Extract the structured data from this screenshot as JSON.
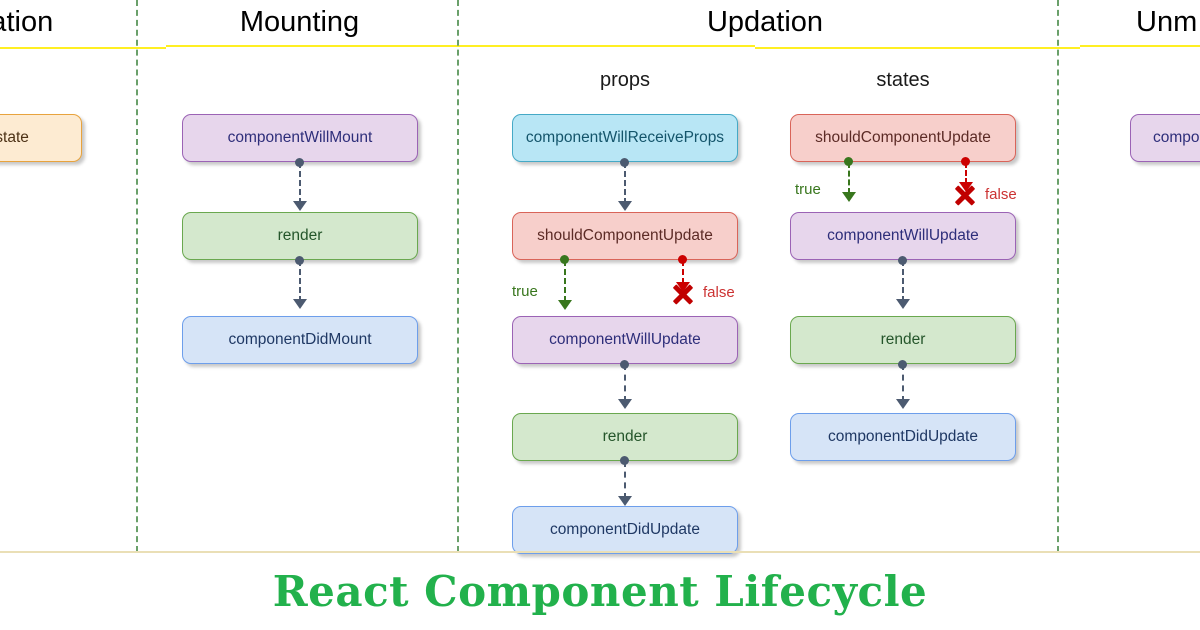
{
  "caption": "React Component Lifecycle",
  "colors": {
    "rule_yellow": "#ffef23",
    "rule_bottom": "#eadfb6",
    "separator_green": "#6aa06a",
    "caption_green": "#22b14c",
    "true_green": "#38761d",
    "false_red": "#cc0000",
    "connector_slate": "#4c5a70"
  },
  "phases": [
    {
      "id": "initialization",
      "label": "alization"
    },
    {
      "id": "mounting",
      "label": "Mounting"
    },
    {
      "id": "updation",
      "label": "Updation"
    },
    {
      "id": "unmounting",
      "label": "Unm"
    }
  ],
  "subheaders": [
    {
      "id": "props",
      "label": "props"
    },
    {
      "id": "states",
      "label": "states"
    }
  ],
  "columns": {
    "initialization": {
      "nodes": [
        {
          "id": "default-props-and-state",
          "label": "and state",
          "color": "orange"
        }
      ]
    },
    "mounting": {
      "nodes": [
        {
          "id": "component-will-mount",
          "label": "componentWillMount",
          "color": "purple"
        },
        {
          "id": "render",
          "label": "render",
          "color": "green"
        },
        {
          "id": "component-did-mount",
          "label": "componentDidMount",
          "color": "blue"
        }
      ]
    },
    "updation_props": {
      "nodes": [
        {
          "id": "component-will-receive-props",
          "label": "componentWillReceiveProps",
          "color": "cyan"
        },
        {
          "id": "should-component-update",
          "label": "shouldComponentUpdate",
          "color": "red"
        },
        {
          "id": "component-will-update",
          "label": "componentWillUpdate",
          "color": "purple"
        },
        {
          "id": "render",
          "label": "render",
          "color": "green"
        },
        {
          "id": "component-did-update",
          "label": "componentDidUpdate",
          "color": "blue"
        }
      ],
      "branches": {
        "true_label": "true",
        "false_label": "false"
      }
    },
    "updation_states": {
      "nodes": [
        {
          "id": "should-component-update",
          "label": "shouldComponentUpdate",
          "color": "red"
        },
        {
          "id": "component-will-update",
          "label": "componentWillUpdate",
          "color": "purple"
        },
        {
          "id": "render",
          "label": "render",
          "color": "green"
        },
        {
          "id": "component-did-update",
          "label": "componentDidUpdate",
          "color": "blue"
        }
      ],
      "branches": {
        "true_label": "true",
        "false_label": "false"
      }
    },
    "unmounting": {
      "nodes": [
        {
          "id": "component-will-unmount",
          "label": "compo",
          "color": "purple"
        }
      ]
    }
  }
}
